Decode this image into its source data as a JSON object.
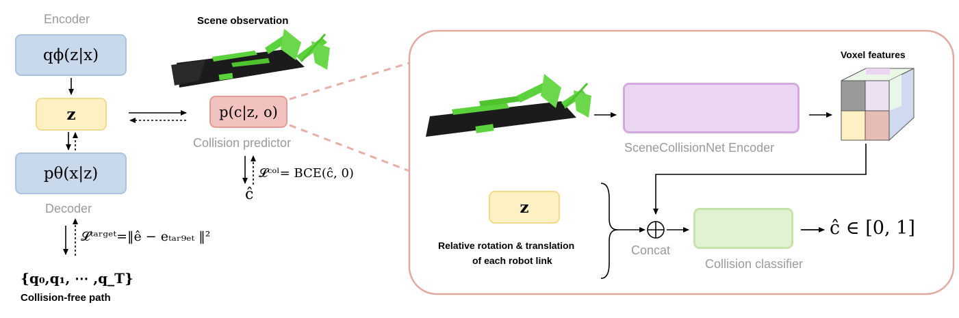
{
  "left": {
    "encoder_label": "Encoder",
    "encoder_formula": "qϕ(z|x)",
    "latent": "z",
    "decoder_formula": "pθ(x|z)",
    "decoder_label": "Decoder",
    "target_loss": "𝓛ᵗᵃʳᵍᵉᵗ=‖ê − eₜₐᵣ₉ₑₜ ‖²",
    "path_set": "{q₀,q₁, ⋯ ,q_T}",
    "path_caption": "Collision-free path"
  },
  "middle": {
    "scene_title": "Scene observation",
    "predictor_formula": "p(c|z, o)",
    "predictor_label": "Collision predictor",
    "col_loss": "𝓛ᶜᵒˡ= BCE(ĉ, 0)",
    "c_hat": "ĉ"
  },
  "right": {
    "voxel_title": "Voxel features",
    "encoder_caption": "SceneCollisionNet Encoder",
    "latent": "z",
    "rel_caption_line1": "Relative rotation & translation",
    "rel_caption_line2": "of each robot link",
    "concat_label": "Concat",
    "classifier_caption": "Collision classifier",
    "output": "ĉ ∈ [0, 1]"
  },
  "colors": {
    "blue_fill": "#c9d9ec",
    "yellow_fill": "#fdf0c2",
    "red_fill": "#f2c3be",
    "purple_fill": "#ead6f1",
    "green_fill": "#e1f2d2",
    "panel_border": "#e0a89f"
  }
}
